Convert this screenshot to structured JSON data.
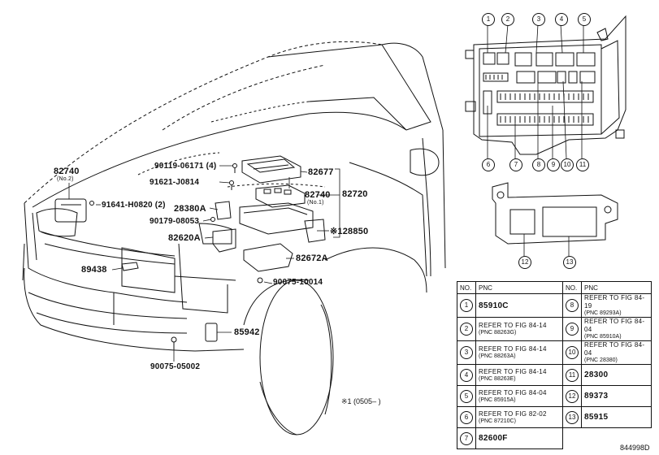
{
  "diagram_id": "844998D",
  "footnote": "※1 (0505–    )",
  "car_labels": [
    {
      "text": "82740",
      "key": "l1"
    },
    {
      "text": "(No.2)",
      "key": "l1s"
    },
    {
      "text": "90119-06171 (4)",
      "key": "l2"
    },
    {
      "text": "91621-J0814",
      "key": "l3"
    },
    {
      "text": "91641-H0820 (2)",
      "key": "l4"
    },
    {
      "text": "28380A",
      "key": "l5"
    },
    {
      "text": "90179-08053",
      "key": "l6"
    },
    {
      "text": "82620A",
      "key": "l7"
    },
    {
      "text": "89438",
      "key": "l8"
    },
    {
      "text": "82677",
      "key": "l9"
    },
    {
      "text": "82740",
      "key": "l10"
    },
    {
      "text": "(No.1)",
      "key": "l10s"
    },
    {
      "text": "82720",
      "key": "l11"
    },
    {
      "text": "※128850",
      "key": "l12"
    },
    {
      "text": "82672A",
      "key": "l13"
    },
    {
      "text": "90075-10014",
      "key": "l14"
    },
    {
      "text": "85942",
      "key": "l15"
    },
    {
      "text": "90075-05002",
      "key": "l16"
    }
  ],
  "fusebox_callouts": {
    "top": [
      "1",
      "2",
      "3",
      "4",
      "5"
    ],
    "bottom": [
      "6",
      "7",
      "8",
      "9",
      "10",
      "11"
    ],
    "relay_block": [
      "12",
      "13"
    ]
  },
  "table": {
    "headers": [
      "NO.",
      "PNC",
      "NO.",
      "PNC"
    ],
    "left": [
      {
        "no": "1",
        "main": "85910C"
      },
      {
        "no": "2",
        "line1": "REFER TO FIG 84-14",
        "line2": "(PNC 88263G)"
      },
      {
        "no": "3",
        "line1": "REFER TO FIG 84-14",
        "line2": "(PNC 88263A)"
      },
      {
        "no": "4",
        "line1": "REFER TO FIG 84-14",
        "line2": "(PNC 88263E)"
      },
      {
        "no": "5",
        "line1": "REFER TO FIG 84-04",
        "line2": "(PNC 85915A)"
      },
      {
        "no": "6",
        "line1": "REFER TO FIG 82-02",
        "line2": "(PNC 87210C)"
      },
      {
        "no": "7",
        "main": "82600F"
      }
    ],
    "right": [
      {
        "no": "8",
        "line1": "REFER TO FIG 84-19",
        "line2": "(PNC 89293A)"
      },
      {
        "no": "9",
        "line1": "REFER TO FIG 84-04",
        "line2": "(PNC 85910A)"
      },
      {
        "no": "10",
        "line1": "REFER TO FIG 84-04",
        "line2": "(PNC 28380)"
      },
      {
        "no": "11",
        "main": "28300"
      },
      {
        "no": "12",
        "main": "89373"
      },
      {
        "no": "13",
        "main": "85915"
      }
    ]
  }
}
